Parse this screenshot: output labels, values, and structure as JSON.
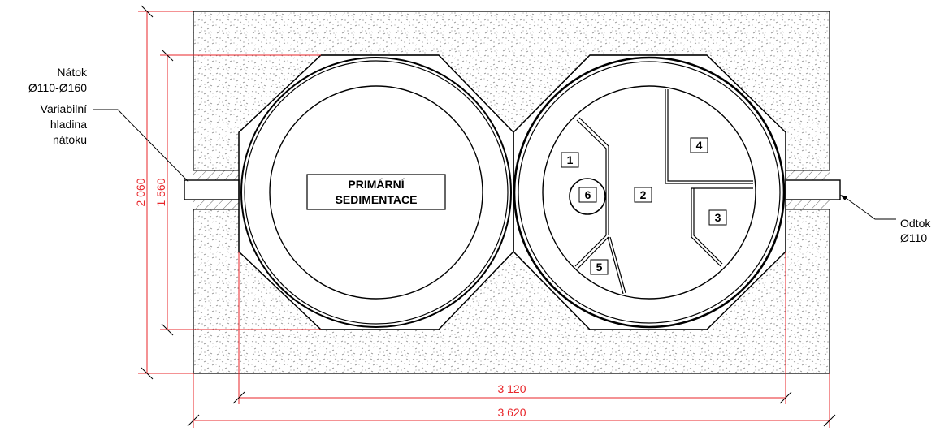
{
  "labels": {
    "inlet": [
      "Nátok",
      "Ø110-Ø160",
      "Variabilní",
      "hladina",
      "nátoku"
    ],
    "outlet": [
      "Odtok",
      "Ø110"
    ],
    "tank_left": [
      "PRIMÁRNÍ",
      "SEDIMENTACE"
    ],
    "chambers": [
      "1",
      "2",
      "3",
      "4",
      "5",
      "6"
    ]
  },
  "dimensions": {
    "height_total": "2 060",
    "height_inner": "1 560",
    "width_inner": "3 120",
    "width_total": "3 620"
  },
  "colors": {
    "dimension": "#e8262a",
    "line": "#000000",
    "background": "#ffffff"
  }
}
